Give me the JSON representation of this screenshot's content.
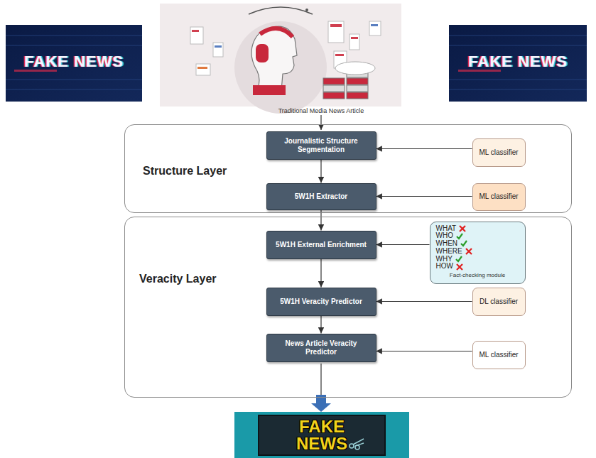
{
  "diagram": {
    "nodes": [
      {
        "text": [
          "Structure Layer"
        ]
      },
      {
        "text": [
          "Journalistic Structure Segmentation"
        ],
        "in": 0
      },
      {
        "text": [
          "ML classifier"
        ],
        "in": 0
      },
      {
        "text": [
          "5W1H Extractor"
        ],
        "in": 0
      },
      {
        "text": [
          "ML classifier"
        ],
        "in": 0
      },
      {
        "text": [
          "Veracity Layer"
        ]
      },
      {
        "text": [
          "5W1H External Enrichment"
        ],
        "in": 5
      },
      {
        "text": [
          "WHAT",
          "WHO",
          "WHEN",
          "WHERE",
          "WHY",
          "HOW",
          "Fact-checking module"
        ],
        "in": 5
      },
      {
        "text": [
          "5W1H Veracity Predictor"
        ],
        "in": 5
      },
      {
        "text": [
          "DL classifier"
        ],
        "in": 5
      },
      {
        "text": [
          "News Article Veracity Predictor"
        ],
        "in": 5
      },
      {
        "text": [
          "ML classifier"
        ],
        "in": 5
      }
    ],
    "edges": [
      {
        "from": 1,
        "to": 3,
        "arrow": "to"
      },
      {
        "from": 2,
        "to": 1,
        "arrow": "to"
      },
      {
        "from": 4,
        "to": 3,
        "arrow": "to"
      },
      {
        "from": 3,
        "to": 6,
        "arrow": "to"
      },
      {
        "from": 7,
        "to": 6,
        "arrow": "to"
      },
      {
        "from": 6,
        "to": 8,
        "arrow": "to"
      },
      {
        "from": 9,
        "to": 8,
        "arrow": "to"
      },
      {
        "from": 8,
        "to": 10,
        "arrow": "to"
      },
      {
        "from": 11,
        "to": 10,
        "arrow": "to"
      }
    ],
    "labels": [
      "FAKE NEWS",
      "FAKE NEWS",
      "Traditional Media News Article",
      "FAKE NEWS"
    ]
  }
}
